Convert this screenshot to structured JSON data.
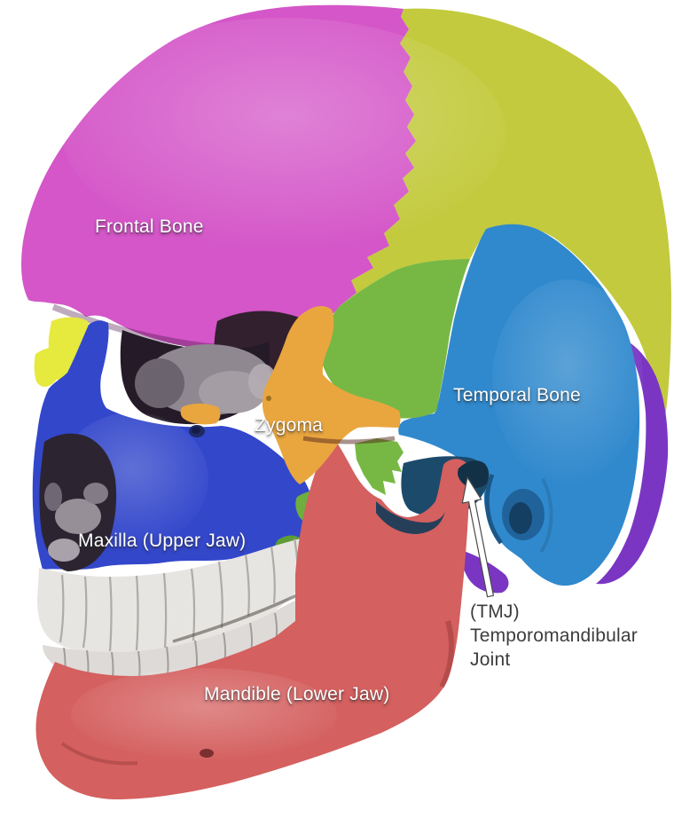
{
  "diagram": {
    "subject": "Human skull, lateral oblique view, bones color-coded",
    "labels": {
      "frontal": "Frontal Bone",
      "temporal": "Temporal Bone",
      "zygoma": "Zygoma",
      "maxilla": "Maxilla (Upper Jaw)",
      "mandible": "Mandible (Lower Jaw)",
      "tmj": {
        "line1": "(TMJ)",
        "line2": "Temporomandibular",
        "line3": "Joint"
      }
    },
    "colors": {
      "background": "#ffffff",
      "frontal_bone": "#d456c8",
      "parietal_bone": "#c3ca3d",
      "temporal_bone": "#3089cd",
      "sphenoid_bone": "#77b844",
      "occipital_bone": "#7a36c3",
      "zygoma": "#e9a63f",
      "nasal_bone": "#e6e93e",
      "maxilla": "#3347cb",
      "mandible": "#d4605f",
      "teeth_upper": "#e7e5e2",
      "teeth_lower": "#dedad7",
      "eye_socket": "#241a28",
      "label_text": "#ffffff",
      "tmj_text": "#3d3d3d",
      "arrow": "#ffffff"
    }
  }
}
